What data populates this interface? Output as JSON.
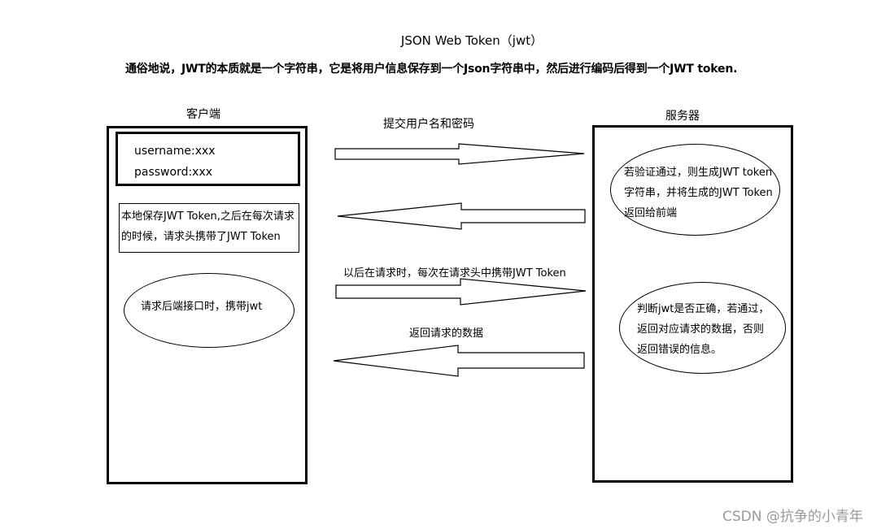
{
  "diagram": {
    "title": "JSON Web Token（jwt）",
    "subtitle": "通俗地说，JWT的本质就是一个字符串，它是将用户信息保存到一个Json字符串中，然后进行编码后得到一个JWT token.",
    "client": {
      "label": "客户端",
      "credentials": {
        "username": "username:xxx",
        "password": "password:xxx"
      },
      "store_note": {
        "line1": "本地保存JWT Token,之后在每次请求",
        "line2": "的时候，请求头携带了JWT Token"
      },
      "request_ellipse": "请求后端接口时，携带jwt"
    },
    "server": {
      "label": "服务器",
      "verify_ellipse": {
        "line1": "若验证通过，则生成JWT token",
        "line2": "字符串，并将生成的JWT Token",
        "line3": "返回给前端"
      },
      "check_ellipse": {
        "line1": "判断jwt是否正确，若通过，",
        "line2": "返回对应请求的数据，否则",
        "line3": "返回错误的信息。"
      }
    },
    "arrows": [
      {
        "label": "提交用户名和密码",
        "direction": "right"
      },
      {
        "label": "",
        "direction": "left"
      },
      {
        "label": "以后在请求时，每次在请求头中携带JWT Token",
        "direction": "right"
      },
      {
        "label": "返回请求的数据",
        "direction": "left"
      }
    ]
  },
  "watermark": "CSDN @抗争的小青年"
}
